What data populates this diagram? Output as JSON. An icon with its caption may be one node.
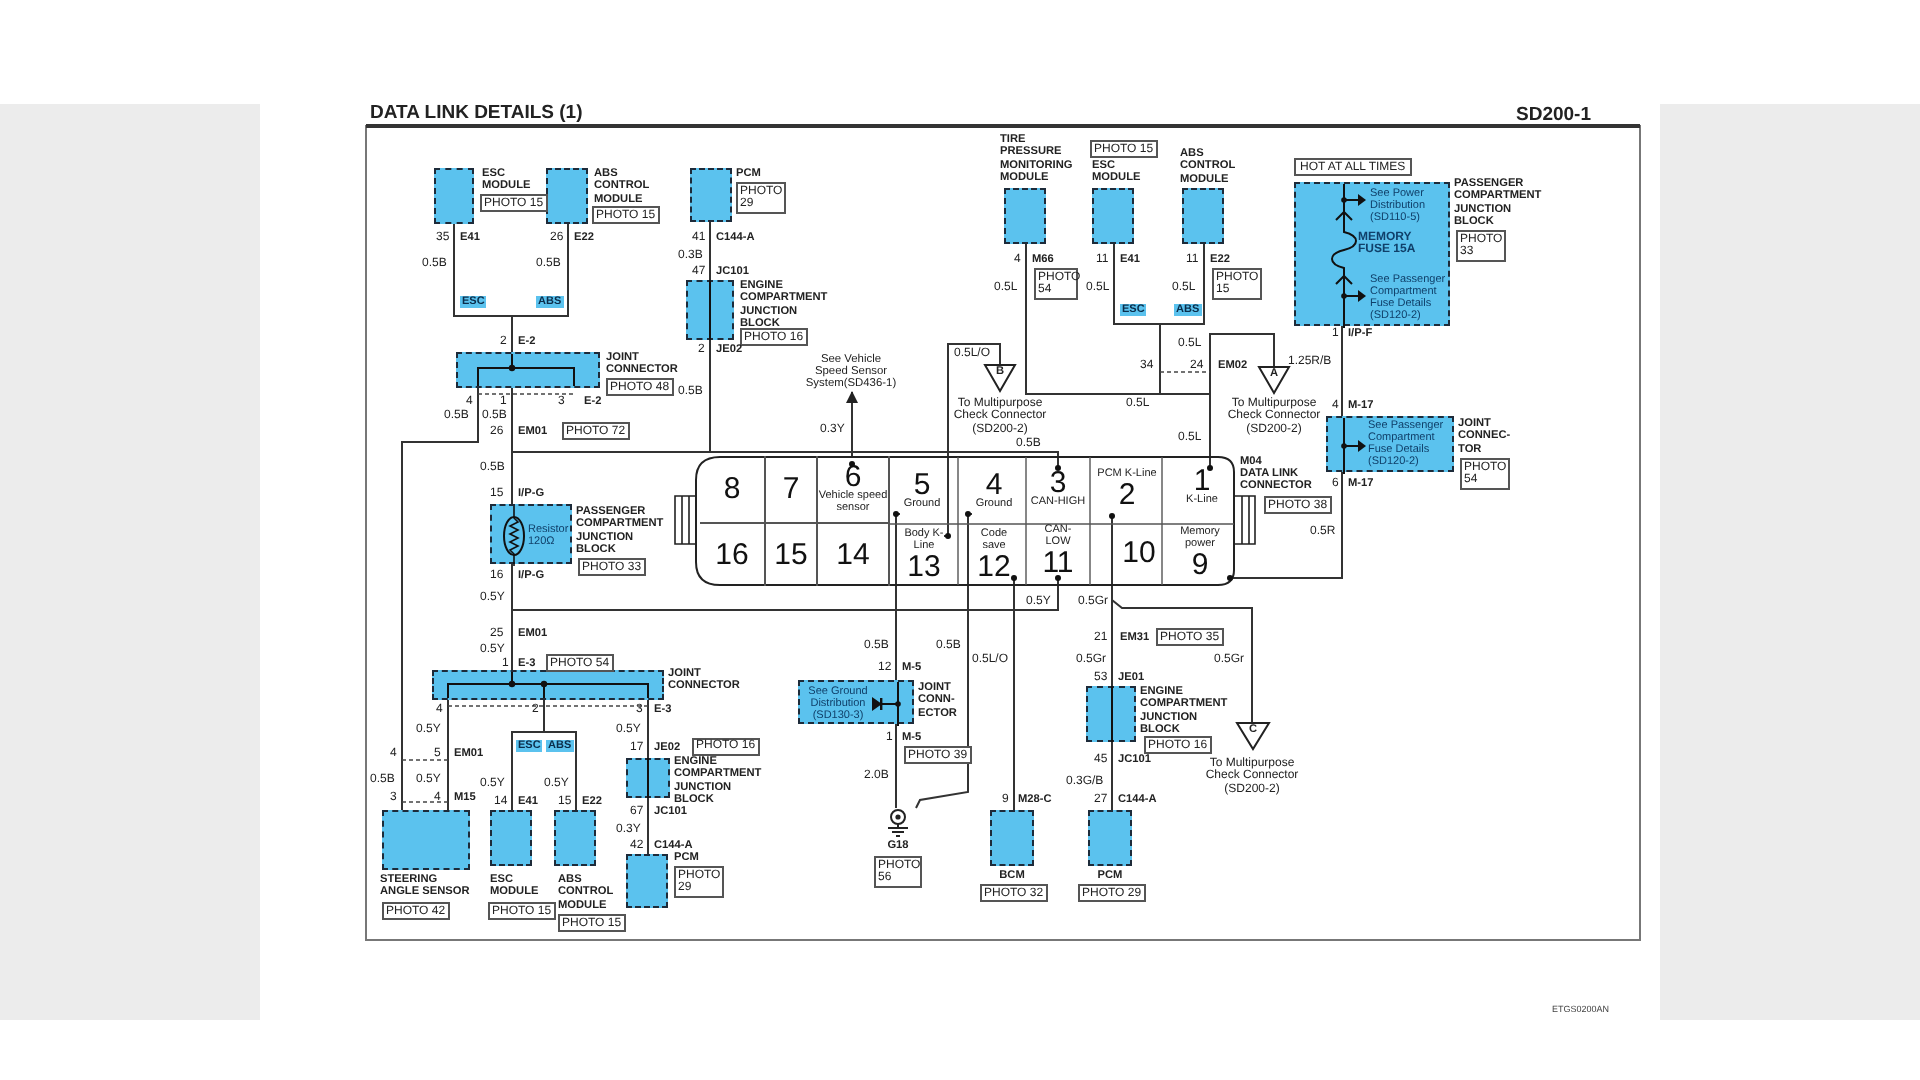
{
  "diagram": {
    "title": "DATA LINK DETAILS (1)",
    "nodes": [
      {
        "text": [],
        "shape": "box",
        "beside": [
          "ESC MODULE",
          "PHOTO 15"
        ]
      },
      {
        "text": [],
        "shape": "box",
        "beside": [
          "ABS CONTROL MODULE",
          "PHOTO 15"
        ]
      },
      {
        "text": [],
        "shape": "box",
        "beside": [
          "PCM",
          "PHOTO 29"
        ]
      },
      {
        "text": [],
        "shape": "box",
        "beside": [
          "ENGINE COMPARTMENT JUNCTION BLOCK",
          "PHOTO 16"
        ]
      },
      {
        "text": [],
        "shape": "box",
        "beside": [
          "JOINT CONNECTOR",
          "PHOTO 48"
        ]
      },
      {
        "text": [
          "Resistor 120Ω"
        ],
        "beside": [
          "PASSENGER COMPARTMENT JUNCTION BLOCK",
          "PHOTO 33"
        ]
      },
      {
        "text": [],
        "shape": "box",
        "beside": [
          "JOINT CONNECTOR"
        ]
      },
      {
        "text": [],
        "shape": "box",
        "beside": [
          "STEERING ANGLE SENSOR",
          "PHOTO 42"
        ]
      },
      {
        "text": [],
        "shape": "box",
        "beside": [
          "ESC MODULE",
          "PHOTO 15"
        ]
      },
      {
        "text": [],
        "shape": "box",
        "beside": [
          "ABS CONTROL MODULE",
          "PHOTO 15"
        ]
      },
      {
        "text": [],
        "shape": "box",
        "beside": [
          "ENGINE COMPARTMENT JUNCTION BLOCK"
        ]
      },
      {
        "text": [],
        "shape": "box",
        "beside": [
          "PCM",
          "PHOTO 29"
        ]
      },
      {
        "text": [
          "See Ground Distribution (SD130-3)"
        ],
        "beside": [
          "JOINT CONN- ECTOR"
        ]
      },
      {
        "text": [
          "G18",
          "PHOTO 56"
        ]
      },
      {
        "text": [],
        "shape": "box",
        "beside": [
          "BCM",
          "PHOTO 32"
        ]
      },
      {
        "text": [],
        "shape": "box",
        "beside": [
          "ENGINE COMPARTMENT JUNCTION BLOCK",
          "PHOTO 16"
        ]
      },
      {
        "text": [],
        "shape": "box",
        "beside": [
          "PCM",
          "PHOTO 29"
        ]
      },
      {
        "text": [
          "C"
        ],
        "beside": [
          "To Multipurpose Check Connector (SD200-2)"
        ]
      },
      {
        "text": [],
        "shape": "box",
        "beside": [
          "TIRE PRESSURE MONITORING MODULE"
        ]
      },
      {
        "text": [],
        "shape": "box",
        "beside": [
          "PHOTO 15",
          "ESC MODULE"
        ]
      },
      {
        "text": [],
        "shape": "box",
        "beside": [
          "ABS CONTROL MODULE"
        ]
      },
      {
        "text": [
          "See Power Distribution (SD110-5)",
          "MEMORY FUSE 15A",
          "See Passenger Compartment Fuse Details (SD120-2)"
        ],
        "beside": [
          "HOT AT ALL TIMES",
          "PASSENGER COMPARTMENT JUNCTION BLOCK",
          "PHOTO 33"
        ]
      },
      {
        "text": [
          "See Passenger Compartment Fuse Details (SD120-2)"
        ],
        "beside": [
          "JOINT CONNEC- TOR",
          "PHOTO 54"
        ]
      },
      {
        "text": [
          "B"
        ],
        "beside": [
          "To Multipurpose Check Connector (SD200-2)"
        ]
      },
      {
        "text": [
          "A"
        ],
        "beside": [
          "To Multipurpose Check Connector (SD200-2)"
        ]
      },
      {
        "text": [
          "See Vehicle Speed Sensor System(SD436-1)"
        ]
      },
      {
        "text": [],
        "shape": "connector",
        "beside": [
          "M04",
          "DATA LINK CONNECTOR",
          "PHOTO 38"
        ]
      },
      {
        "text": [
          "8"
        ],
        "in": 26
      },
      {
        "text": [
          "7"
        ],
        "in": 26
      },
      {
        "text": [
          "6",
          "Vehicle speed sensor"
        ],
        "in": 26
      },
      {
        "text": [
          "5",
          "Ground"
        ],
        "in": 26
      },
      {
        "text": [
          "4",
          "Ground"
        ],
        "in": 26
      },
      {
        "text": [
          "3",
          "CAN-HIGH"
        ],
        "in": 26
      },
      {
        "text": [
          "PCM K-Line",
          "2"
        ],
        "in": 26
      },
      {
        "text": [
          "1",
          "K-Line"
        ],
        "in": 26
      },
      {
        "text": [
          "16"
        ],
        "in": 26
      },
      {
        "text": [
          "15"
        ],
        "in": 26
      },
      {
        "text": [
          "14"
        ],
        "in": 26
      },
      {
        "text": [
          "Body K-Line",
          "13"
        ],
        "in": 26
      },
      {
        "text": [
          "Code save",
          "12"
        ],
        "in": 26
      },
      {
        "text": [
          "CAN-LOW",
          "11"
        ],
        "in": 26
      },
      {
        "text": [
          "10"
        ],
        "in": 26
      },
      {
        "text": [
          "Memory power",
          "9"
        ],
        "in": 26
      }
    ],
    "edges": [
      {
        "from": 0,
        "to": 4,
        "arrow": "none"
      },
      {
        "from": 1,
        "to": 4,
        "arrow": "none"
      },
      {
        "from": 2,
        "to": 3,
        "arrow": "none"
      },
      {
        "from": 3,
        "to": 32,
        "arrow": "none"
      },
      {
        "from": 4,
        "to": 32,
        "arrow": "none"
      },
      {
        "from": 4,
        "to": 5,
        "arrow": "none"
      },
      {
        "from": 4,
        "to": 7,
        "arrow": "none"
      },
      {
        "from": 5,
        "to": 6,
        "arrow": "none"
      },
      {
        "from": 40,
        "to": 6,
        "arrow": "none"
      },
      {
        "from": 6,
        "to": 7,
        "arrow": "none"
      },
      {
        "from": 6,
        "to": 8,
        "arrow": "none"
      },
      {
        "from": 6,
        "to": 9,
        "arrow": "none"
      },
      {
        "from": 6,
        "to": 10,
        "arrow": "none"
      },
      {
        "from": 10,
        "to": 11,
        "arrow": "none"
      },
      {
        "from": 29,
        "to": 25,
        "arrow": "to"
      },
      {
        "from": 38,
        "to": 23,
        "arrow": "none"
      },
      {
        "from": 30,
        "to": 12,
        "arrow": "none"
      },
      {
        "from": 12,
        "to": 13,
        "arrow": "none"
      },
      {
        "from": 31,
        "to": 13,
        "arrow": "none"
      },
      {
        "from": 39,
        "to": 14,
        "arrow": "none"
      },
      {
        "from": 33,
        "to": 15,
        "arrow": "none"
      },
      {
        "from": 15,
        "to": 16,
        "arrow": "none"
      },
      {
        "from": 33,
        "to": 17,
        "arrow": "none"
      },
      {
        "from": 18,
        "to": 34,
        "arrow": "none"
      },
      {
        "from": 19,
        "to": 34,
        "arrow": "none"
      },
      {
        "from": 20,
        "to": 34,
        "arrow": "none"
      },
      {
        "from": 34,
        "to": 24,
        "arrow": "none"
      },
      {
        "from": 21,
        "to": 22,
        "arrow": "none"
      },
      {
        "from": 22,
        "to": 42,
        "arrow": "none"
      }
    ],
    "labels": [
      "35",
      "E41",
      "26",
      "E22",
      "41",
      "C144-A",
      "0.3B",
      "47",
      "JC101",
      "0.5B",
      "0.5B",
      "ESC",
      "ABS",
      "2",
      "E-2",
      "2",
      "JE02",
      "0.5B",
      "4",
      "1",
      "3",
      "E-2",
      "0.5B",
      "0.5B",
      "26",
      "EM01",
      "PHOTO 72",
      "0.3Y",
      "0.5L/O",
      "0.5B",
      "4",
      "M66",
      "PHOTO 54",
      "0.5L",
      "11",
      "E41",
      "0.5L",
      "11",
      "E22",
      "PHOTO 15",
      "0.5L",
      "ESC",
      "ABS",
      "0.5L",
      "34",
      "24",
      "EM02",
      "0.5L",
      "0.5L",
      "1",
      "I/P-F",
      "1.25R/B",
      "4",
      "M-17",
      "6",
      "M-17",
      "0.5R",
      "0.5B",
      "15",
      "I/P-G",
      "16",
      "I/P-G",
      "0.5Y",
      "0.5Y",
      "0.5Gr",
      "25",
      "EM01",
      "0.5Y",
      "1",
      "E-3",
      "PHOTO 54",
      "21",
      "EM31",
      "PHOTO 35",
      "0.5B",
      "0.5B",
      "0.5L/O",
      "0.5Gr",
      "0.5Gr",
      "12",
      "M-5",
      "53",
      "JE01",
      "4",
      "2",
      "3",
      "E-3",
      "0.5Y",
      "0.5Y",
      "1",
      "M-5",
      "PHOTO 39",
      "ESC",
      "ABS",
      "4",
      "5",
      "EM01",
      "17",
      "JE02",
      "PHOTO 16",
      "45",
      "JC101",
      "0.5B",
      "0.5Y",
      "0.5Y",
      "0.5Y",
      "2.0B",
      "0.3G/B",
      "3",
      "4",
      "M15",
      "14",
      "E41",
      "15",
      "E22",
      "9",
      "M28-C",
      "27",
      "C144-A",
      "67",
      "JC101",
      "0.3Y",
      "42",
      "C144-A",
      "ETGS0200AN",
      "SD200-1"
    ]
  }
}
